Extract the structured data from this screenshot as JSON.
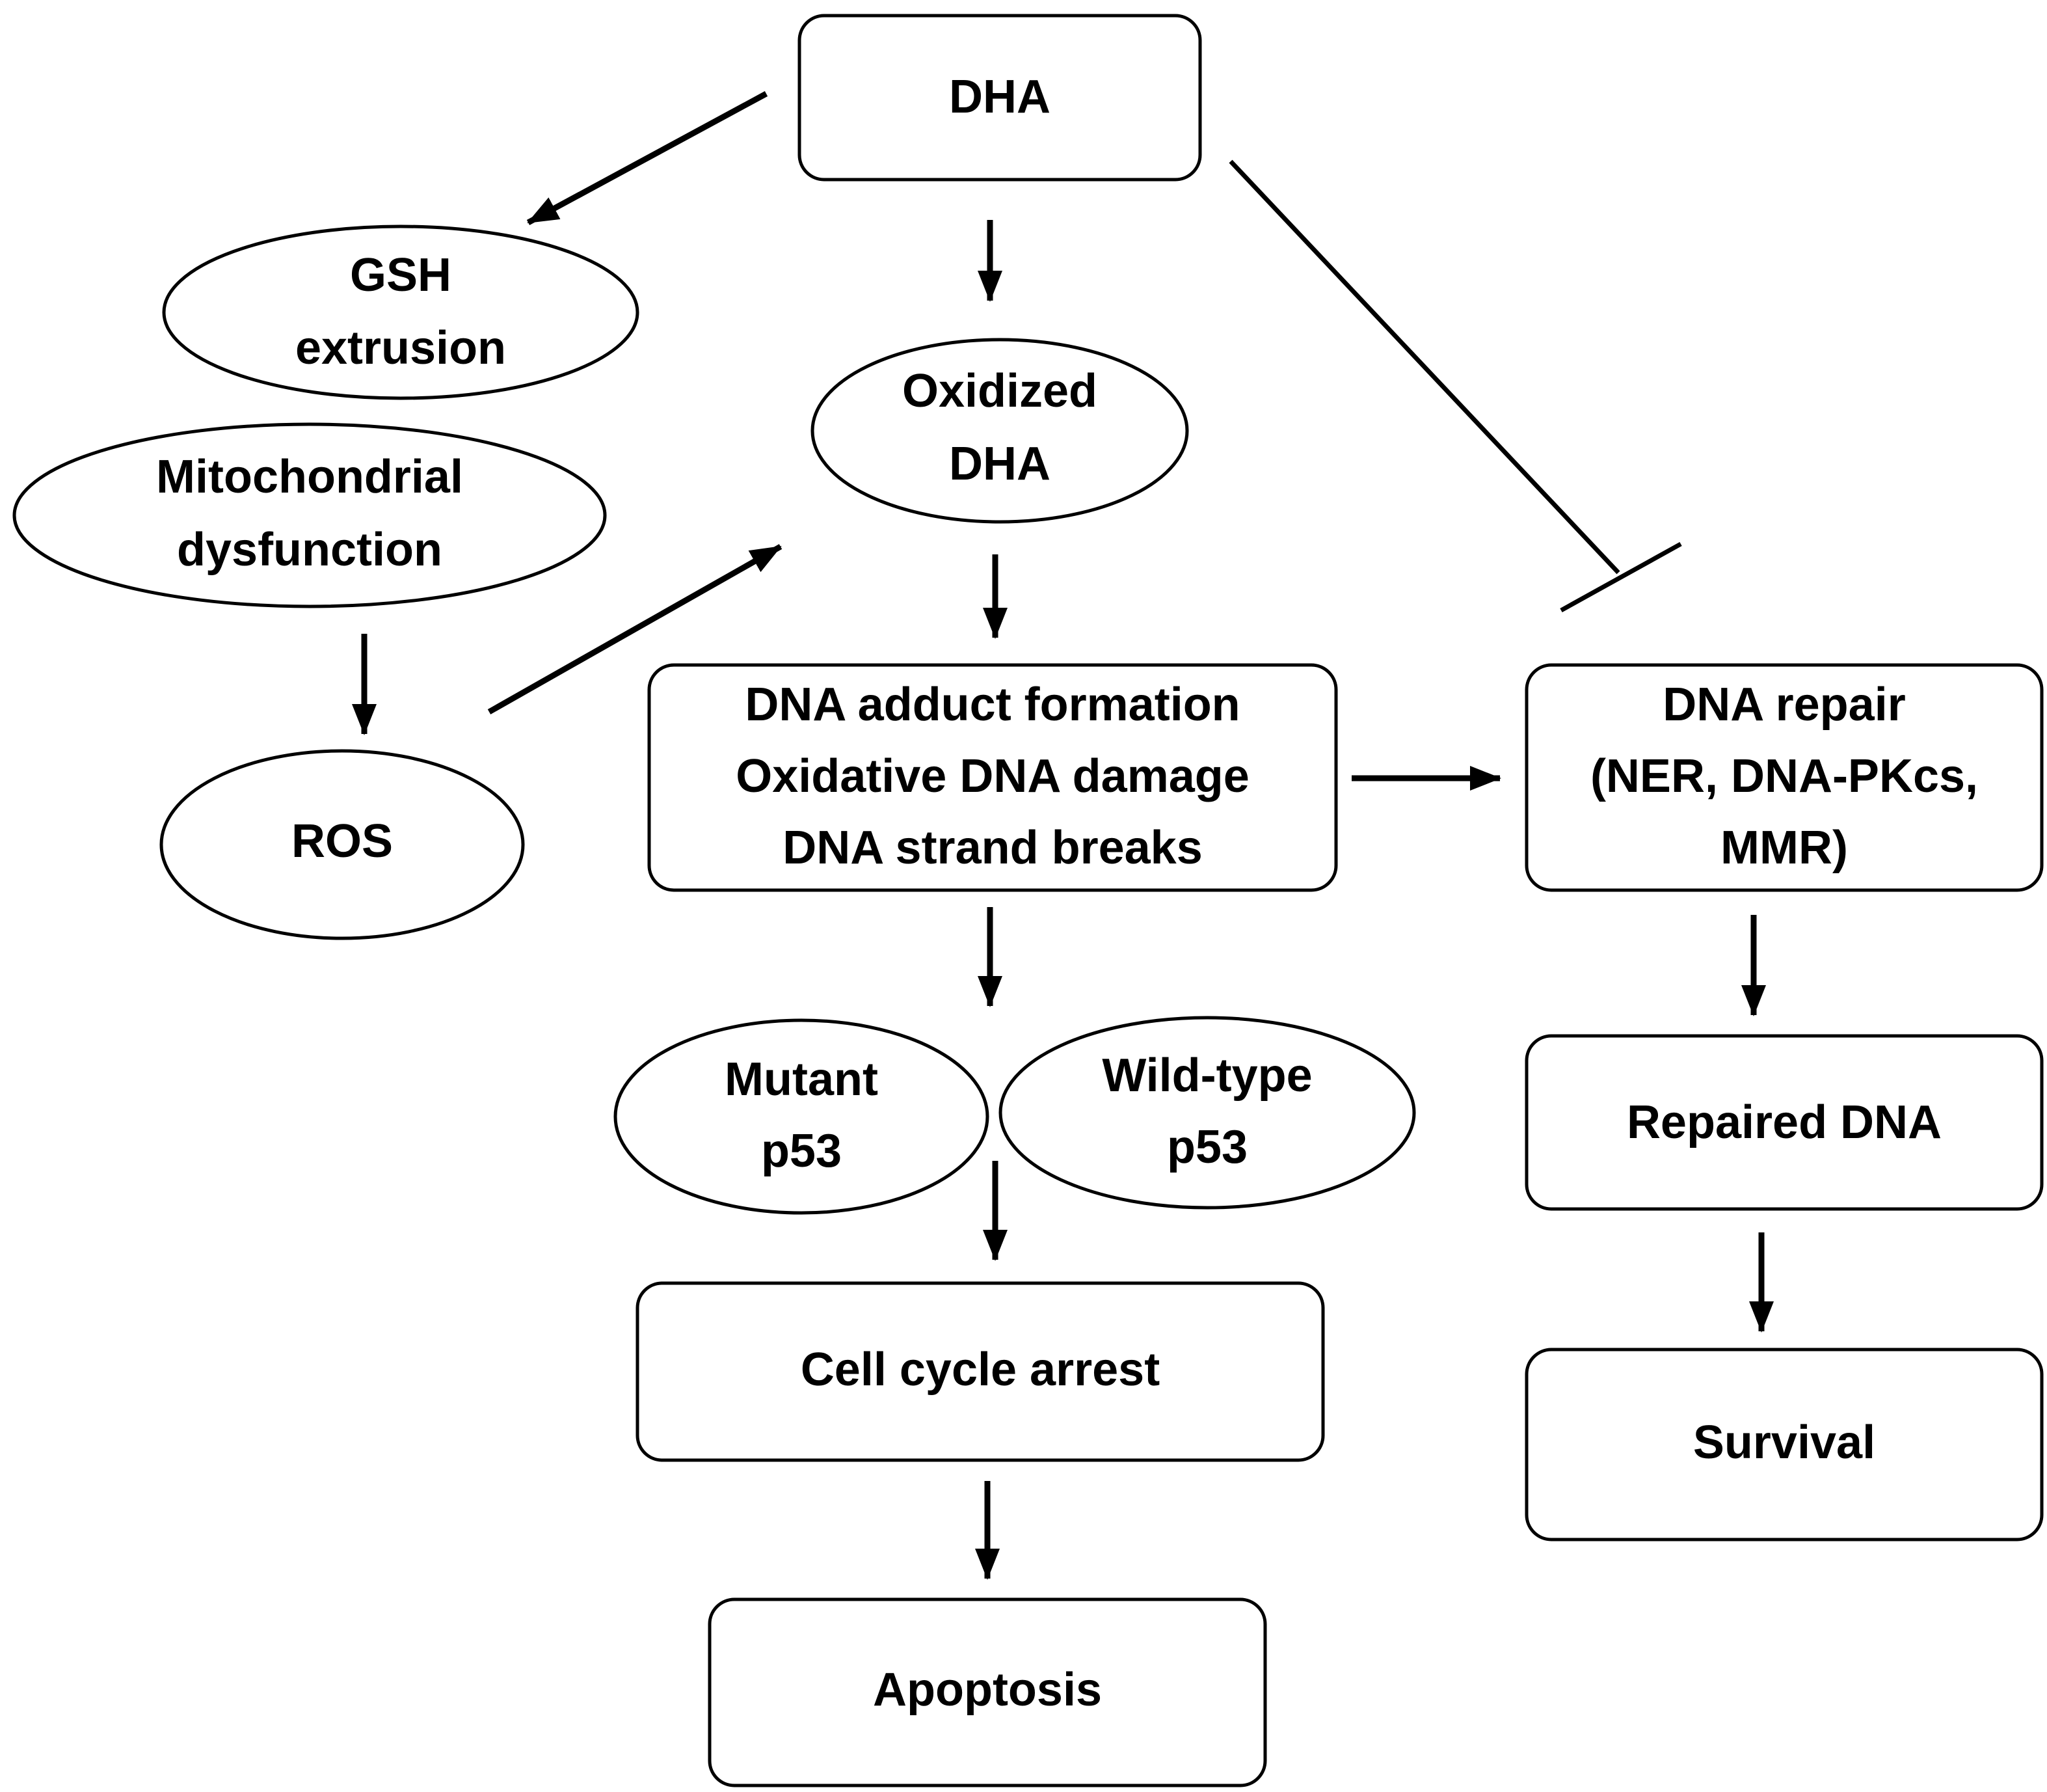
{
  "nodes": {
    "dha": {
      "lines": [
        "DHA"
      ]
    },
    "gsh": {
      "lines": [
        "GSH",
        "extrusion"
      ]
    },
    "mito": {
      "lines": [
        "Mitochondrial",
        "dysfunction"
      ]
    },
    "ros": {
      "lines": [
        "ROS"
      ]
    },
    "oxidized": {
      "lines": [
        "Oxidized",
        "DHA"
      ]
    },
    "dna_damage": {
      "lines": [
        "DNA adduct formation",
        "Oxidative DNA damage",
        "DNA strand breaks"
      ]
    },
    "dna_repair": {
      "lines": [
        "DNA repair",
        "(NER, DNA-PKcs,",
        "MMR)"
      ]
    },
    "mutant_p53": {
      "lines": [
        "Mutant",
        "p53"
      ]
    },
    "wildtype_p53": {
      "lines": [
        "Wild-type",
        "p53"
      ]
    },
    "cell_cycle": {
      "lines": [
        "Cell cycle arrest"
      ]
    },
    "apoptosis": {
      "lines": [
        "Apoptosis"
      ]
    },
    "repaired": {
      "lines": [
        "Repaired DNA"
      ]
    },
    "survival": {
      "lines": [
        "Survival"
      ]
    }
  },
  "edges": [
    {
      "from": "dha",
      "to": "gsh",
      "type": "activation"
    },
    {
      "from": "dha",
      "to": "oxidized",
      "type": "activation"
    },
    {
      "from": "dha",
      "to": "dna_repair",
      "type": "inhibition"
    },
    {
      "from": "mito",
      "to": "ros",
      "type": "activation"
    },
    {
      "from": "ros",
      "to": "oxidized",
      "type": "activation"
    },
    {
      "from": "oxidized",
      "to": "dna_damage",
      "type": "activation"
    },
    {
      "from": "dna_damage",
      "to": "dna_repair",
      "type": "activation"
    },
    {
      "from": "dna_damage",
      "to": "p53",
      "type": "activation"
    },
    {
      "from": "p53",
      "to": "cell_cycle",
      "type": "activation"
    },
    {
      "from": "cell_cycle",
      "to": "apoptosis",
      "type": "activation"
    },
    {
      "from": "dna_repair",
      "to": "repaired",
      "type": "activation"
    },
    {
      "from": "repaired",
      "to": "survival",
      "type": "activation"
    }
  ]
}
